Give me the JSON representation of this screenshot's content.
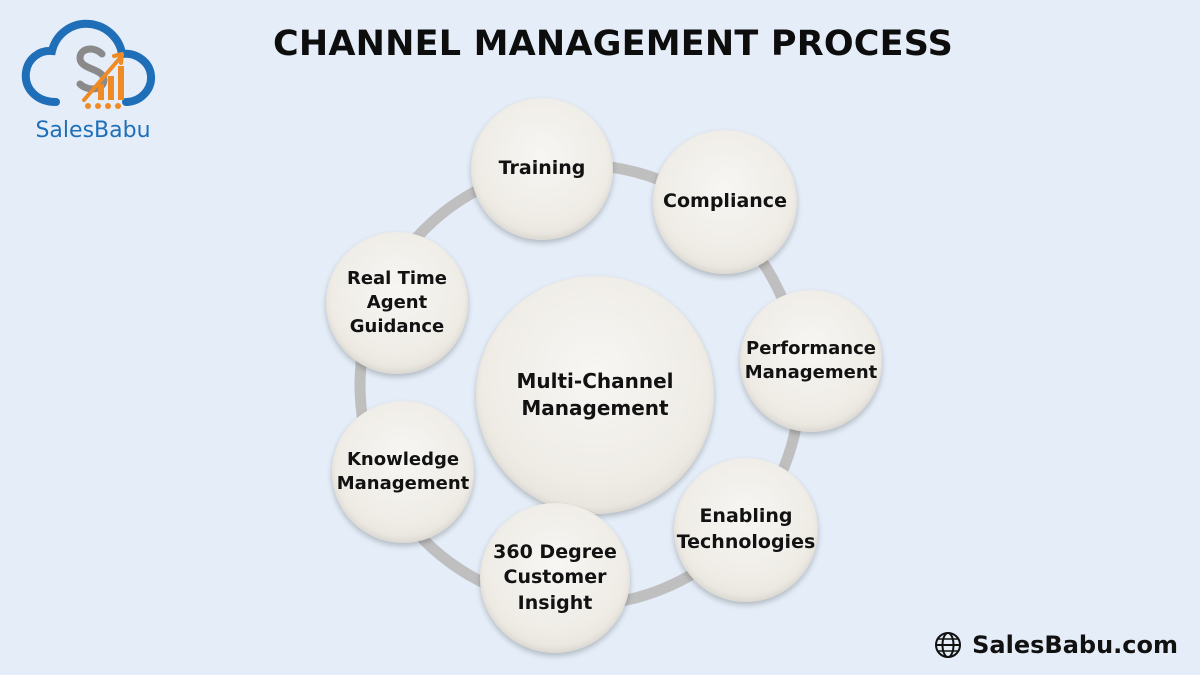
{
  "title": "CHANNEL MANAGEMENT PROCESS",
  "brand": {
    "logo_text": "SalesBabu",
    "website": "SalesBabu.com",
    "colors": {
      "blue": "#1f6fb8",
      "orange": "#f08a24",
      "gray": "#8a8a8a"
    }
  },
  "diagram": {
    "center": "Multi-Channel\nManagement",
    "nodes": [
      "Training",
      "Compliance",
      "Performance\nManagement",
      "Enabling\nTechnologies",
      "360 Degree\nCustomer\nInsight",
      "Knowledge\nManagement",
      "Real Time\nAgent\nGuidance"
    ]
  }
}
